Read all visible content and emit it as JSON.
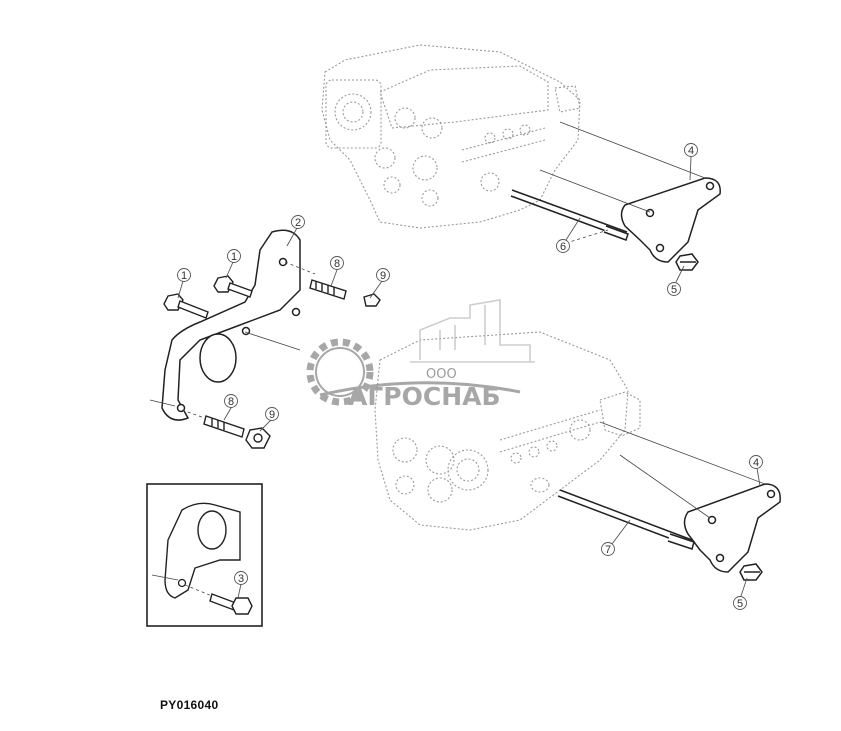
{
  "figure_code": "PY016040",
  "callouts": [
    "1",
    "1",
    "2",
    "8",
    "9",
    "8",
    "9",
    "4",
    "6",
    "5",
    "4",
    "7",
    "5",
    "3"
  ],
  "watermark": {
    "prefix": "ООО",
    "name": "АГРОСНАБ"
  }
}
